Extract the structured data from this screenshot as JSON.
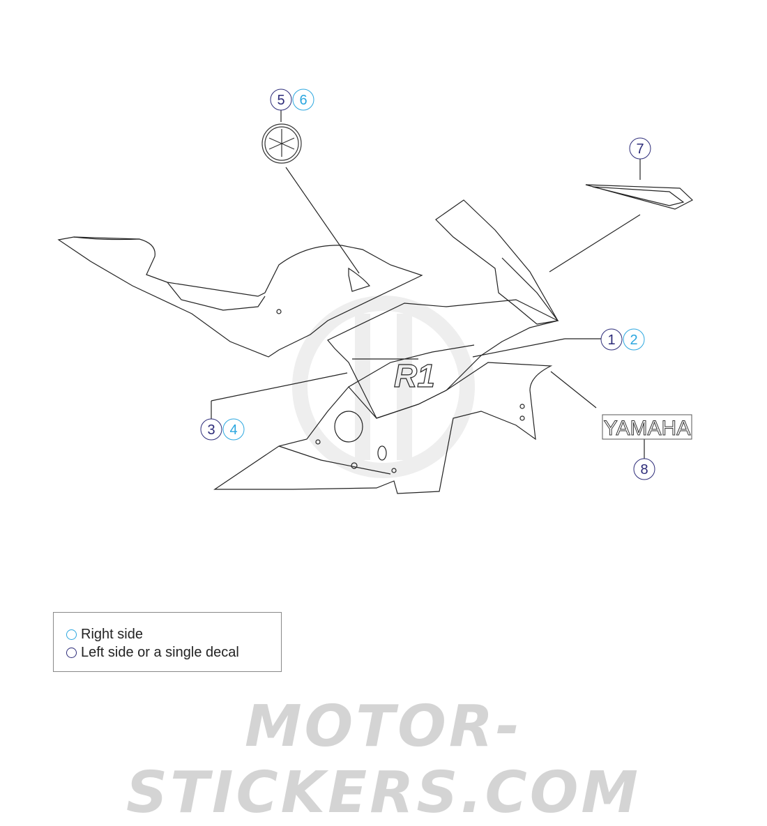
{
  "colors": {
    "left": "#2b2a78",
    "right": "#2aa6df",
    "line": "#222222",
    "watermark": "#d4d4d4"
  },
  "callouts": [
    {
      "id": "1",
      "side": "left"
    },
    {
      "id": "2",
      "side": "right"
    },
    {
      "id": "3",
      "side": "left"
    },
    {
      "id": "4",
      "side": "right"
    },
    {
      "id": "5",
      "side": "left"
    },
    {
      "id": "6",
      "side": "right"
    },
    {
      "id": "7",
      "side": "left"
    },
    {
      "id": "8",
      "side": "left"
    }
  ],
  "decals": {
    "yamaha_text": "YAMAHA",
    "r1_text": "R1"
  },
  "legend": {
    "right": "Right side",
    "left": "Left side or a single decal"
  },
  "watermark": "MOTOR-STICKERS.COM"
}
